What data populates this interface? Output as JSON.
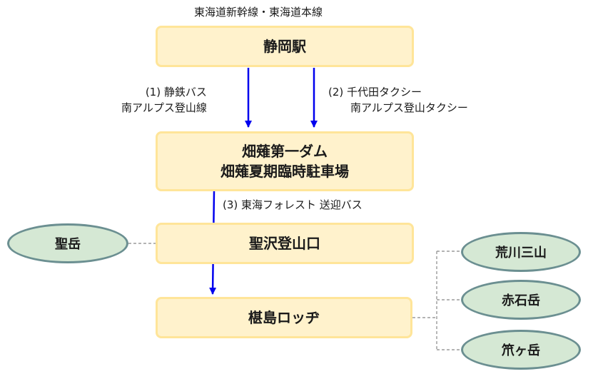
{
  "header": {
    "lines": "東海道新幹線・東海道本線"
  },
  "nodes": {
    "shizuoka": "静岡駅",
    "hatanagi_line1": "畑薙第一ダム",
    "hatanagi_line2": "畑薙夏期臨時駐車場",
    "hijiri_trailhead": "聖沢登山口",
    "sawara_lodge": "椹島ロッヂ"
  },
  "routes": {
    "r1_line1": "(1) 静鉄バス",
    "r1_line2": "南アルプス登山線",
    "r2_line1": "(2) 千代田タクシー",
    "r2_line2": "南アルプス登山タクシー",
    "r3": "(3) 東海フォレスト 送迎バス"
  },
  "peaks": {
    "hijiri": "聖岳",
    "arakawa": "荒川三山",
    "akaishi": "赤石岳",
    "sasagatake": "笊ヶ岳"
  },
  "colors": {
    "box_fill": "#fff2cc",
    "box_border": "#ffe599",
    "peak_fill": "#d5e8d4",
    "peak_border": "#6b8f91",
    "arrow": "#0000ee",
    "dashed_line": "#888888"
  }
}
